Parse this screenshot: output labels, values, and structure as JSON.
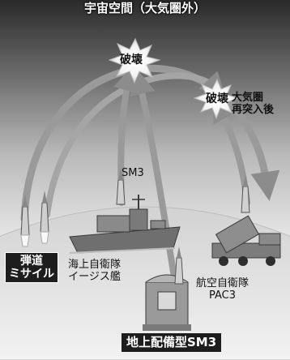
{
  "title": "宇宙空間（大気圏外）",
  "labels": {
    "destroy_top": "破壊",
    "destroy_right": "破壊",
    "reentry_line1": "大気圏",
    "reentry_line2": "再突入後",
    "sm3": "SM3",
    "ballistic_line1": "弾道",
    "ballistic_line2": "ミサイル",
    "aegis_line1": "海上自衛隊",
    "aegis_line2": "イージス艦",
    "asdf_line1": "航空自衛隊",
    "asdf_line2": "PAC3",
    "ashore": "地上配備型SM3"
  },
  "colors": {
    "arrow": "#9a9a9a",
    "arrow_dark": "#555555",
    "burst": "#f2f2f2",
    "label_box": "#1d1d1d"
  }
}
